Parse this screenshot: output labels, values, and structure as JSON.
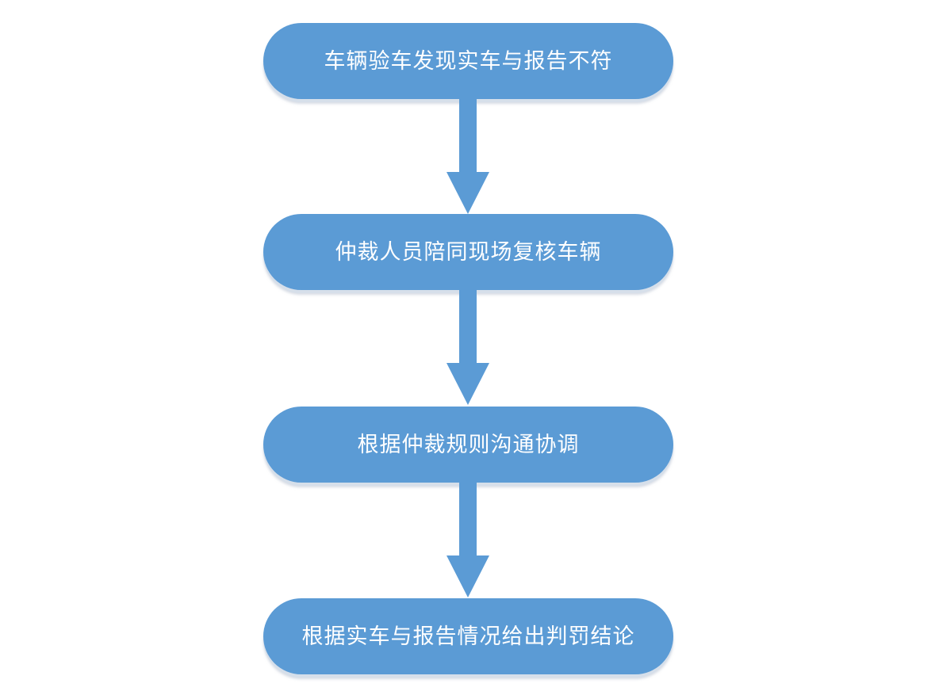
{
  "colors": {
    "node_fill": "#5b9bd5",
    "node_text": "#ffffff",
    "arrow": "#5b9bd5",
    "background": "#ffffff"
  },
  "steps": [
    {
      "label": "车辆验车发现实车与报告不符"
    },
    {
      "label": "仲裁人员陪同现场复核车辆"
    },
    {
      "label": "根据仲裁规则沟通协调"
    },
    {
      "label": "根据实车与报告情况给出判罚结论"
    }
  ],
  "connectors": [
    {
      "icon": "arrow-down-icon"
    },
    {
      "icon": "arrow-down-icon"
    },
    {
      "icon": "arrow-down-icon"
    }
  ]
}
